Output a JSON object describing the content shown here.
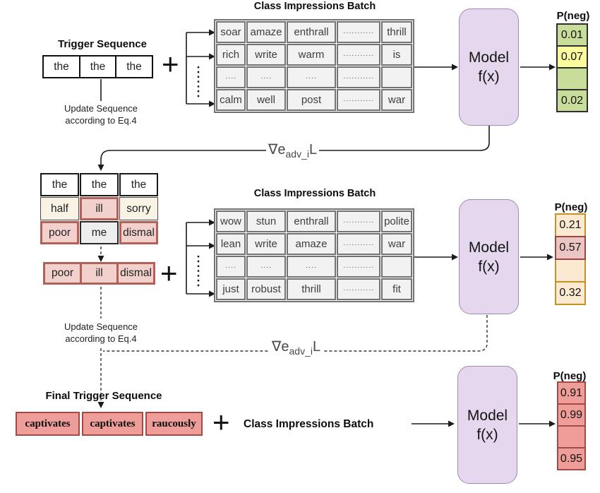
{
  "stage1": {
    "trigger_title": "Trigger Sequence",
    "trigger_cells": [
      "the",
      "the",
      "the"
    ],
    "plus": "+",
    "batch_title": "Class Impressions Batch",
    "batch_rows": [
      [
        "soar",
        "amaze",
        "enthrall",
        "···········",
        "thrill"
      ],
      [
        "rich",
        "write",
        "warm",
        "···········",
        "is"
      ],
      [
        "····",
        "····",
        "····",
        "···········",
        ""
      ],
      [
        "calm",
        "well",
        "post",
        "···········",
        "war"
      ]
    ],
    "model": {
      "line1": "Model",
      "line2": "f(x)"
    },
    "pneg_title": "P(neg)",
    "pneg_values": [
      "0.01",
      "0.07",
      "",
      "0.02"
    ],
    "update_line1": "Update Sequence",
    "update_line2": "according to Eq.4",
    "gradient": {
      "prefix": "∇e",
      "sub": "adv_i",
      "suffix": "L"
    }
  },
  "stage2": {
    "grid_rows": [
      [
        "the",
        "the",
        "the"
      ],
      [
        "half",
        "ill",
        "sorry"
      ],
      [
        "poor",
        "me",
        "dismal"
      ]
    ],
    "adv_cells": [
      "poor",
      "ill",
      "dismal"
    ],
    "plus": "+",
    "batch_title": "Class Impressions Batch",
    "batch_rows": [
      [
        "wow",
        "stun",
        "enthrall",
        "···········",
        "polite"
      ],
      [
        "lean",
        "write",
        "amaze",
        "···········",
        "war"
      ],
      [
        "····",
        "····",
        "····",
        "···········",
        ""
      ],
      [
        "just",
        "robust",
        "thrill",
        "···········",
        "fit"
      ]
    ],
    "model": {
      "line1": "Model",
      "line2": "f(x)"
    },
    "pneg_title": "P(neg)",
    "pneg_values": [
      "0.21",
      "0.57",
      "",
      "0.32"
    ],
    "update_line1": "Update Sequence",
    "update_line2": "according to Eq.4",
    "gradient": {
      "prefix": "∇e",
      "sub": "adv_i",
      "suffix": "L"
    }
  },
  "stage3": {
    "title": "Final Trigger Sequence",
    "final_cells": [
      "captivates",
      "captivates",
      "raucously"
    ],
    "plus": "+",
    "batch_label": "Class Impressions Batch",
    "model": {
      "line1": "Model",
      "line2": "f(x)"
    },
    "pneg_title": "P(neg)",
    "pneg_values": [
      "0.91",
      "0.99",
      "",
      "0.95"
    ]
  },
  "colors": {
    "model_fill": "#e4d7ee",
    "model_border": "#9e8ab4",
    "prob_green": "#c9dd9b",
    "prob_yellow": "#fbfa9d",
    "prob_cream": "#fbe9d2",
    "prob_gold_border": "#c3921f",
    "prob_pink": "#eac5c2",
    "prob_dark_red": "#9c4343",
    "salmon": "#ee9d98",
    "salmon_border": "#a34a44",
    "trigger_pink": "#f2d1cd",
    "trigger_red": "#b26158",
    "beige": "#f8f3e4",
    "table_gray": "#f2f2f2"
  }
}
